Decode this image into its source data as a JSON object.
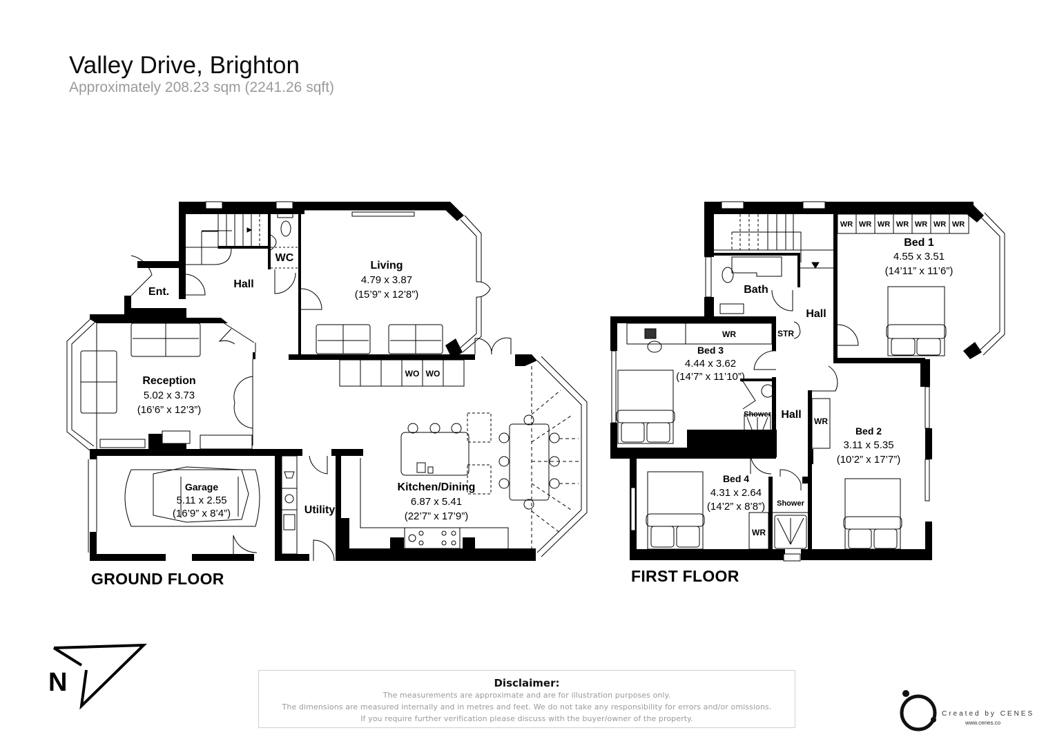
{
  "header": {
    "title": "Valley Drive, Brighton",
    "subtitle": "Approximately 208.23 sqm (2241.26 sqft)"
  },
  "ground_floor": {
    "label": "GROUND FLOOR",
    "rooms": {
      "ent": {
        "name": "Ent."
      },
      "hall": {
        "name": "Hall"
      },
      "wc": {
        "name": "WC"
      },
      "living": {
        "name": "Living",
        "metric": "4.79 x 3.87",
        "imperial": "(15’9” x 12’8”)"
      },
      "reception": {
        "name": "Reception",
        "metric": "5.02 x 3.73",
        "imperial": "(16’6” x 12’3”)"
      },
      "garage": {
        "name": "Garage",
        "metric": "5.11 x 2.55",
        "imperial": "(16’9” x 8’4”)"
      },
      "utility": {
        "name": "Utility"
      },
      "kitchen": {
        "name": "Kitchen/Dining",
        "metric": "6.87 x 5.41",
        "imperial": "(22’7” x 17’9”)"
      }
    },
    "fixtures": {
      "wo1": "WO",
      "wo2": "WO"
    }
  },
  "first_floor": {
    "label": "FIRST FLOOR",
    "rooms": {
      "bed1": {
        "name": "Bed 1",
        "metric": "4.55 x 3.51",
        "imperial": "(14’11” x 11’6”)"
      },
      "bed2": {
        "name": "Bed 2",
        "metric": "3.11 x 5.35",
        "imperial": "(10’2” x 17’7”)"
      },
      "bed3": {
        "name": "Bed 3",
        "metric": "4.44 x 3.62",
        "imperial": "(14’7” x 11’10”)"
      },
      "bed4": {
        "name": "Bed 4",
        "metric": "4.31 x 2.64",
        "imperial": "(14’2” x 8’8”)"
      },
      "bath": {
        "name": "Bath"
      },
      "hall_upper": {
        "name": "Hall"
      },
      "hall_lower": {
        "name": "Hall"
      },
      "str": {
        "name": "STR"
      },
      "shower1": {
        "name": "Shower"
      },
      "shower2": {
        "name": "Shower"
      }
    },
    "fixtures": {
      "bed1_wardrobes": [
        "WR",
        "WR",
        "WR",
        "WR",
        "WR",
        "WR",
        "WR"
      ],
      "bed3_wr": "WR",
      "bed2_wr": "WR",
      "bed4_wr": "WR"
    }
  },
  "compass": {
    "label": "N",
    "icon": "north-arrow-icon"
  },
  "disclaimer": {
    "title": "Disclaimer:",
    "lines": [
      "The measurements are approximate and are for illustration purposes only.",
      "The dimensions are measured internally and in metres and feet. We do not take any responsibility for errors and/or omissions.",
      "If you require further verification please discuss with the buyer/owner of the property."
    ]
  },
  "branding": {
    "name": "Created by CENES",
    "url": "www.cenes.co",
    "icon": "cenes-logo-icon"
  },
  "colors": {
    "wall": "#000000",
    "subtitle": "#9a9a9a",
    "disclaimer_text": "#9a9a9a",
    "border": "#cfcfcf"
  }
}
